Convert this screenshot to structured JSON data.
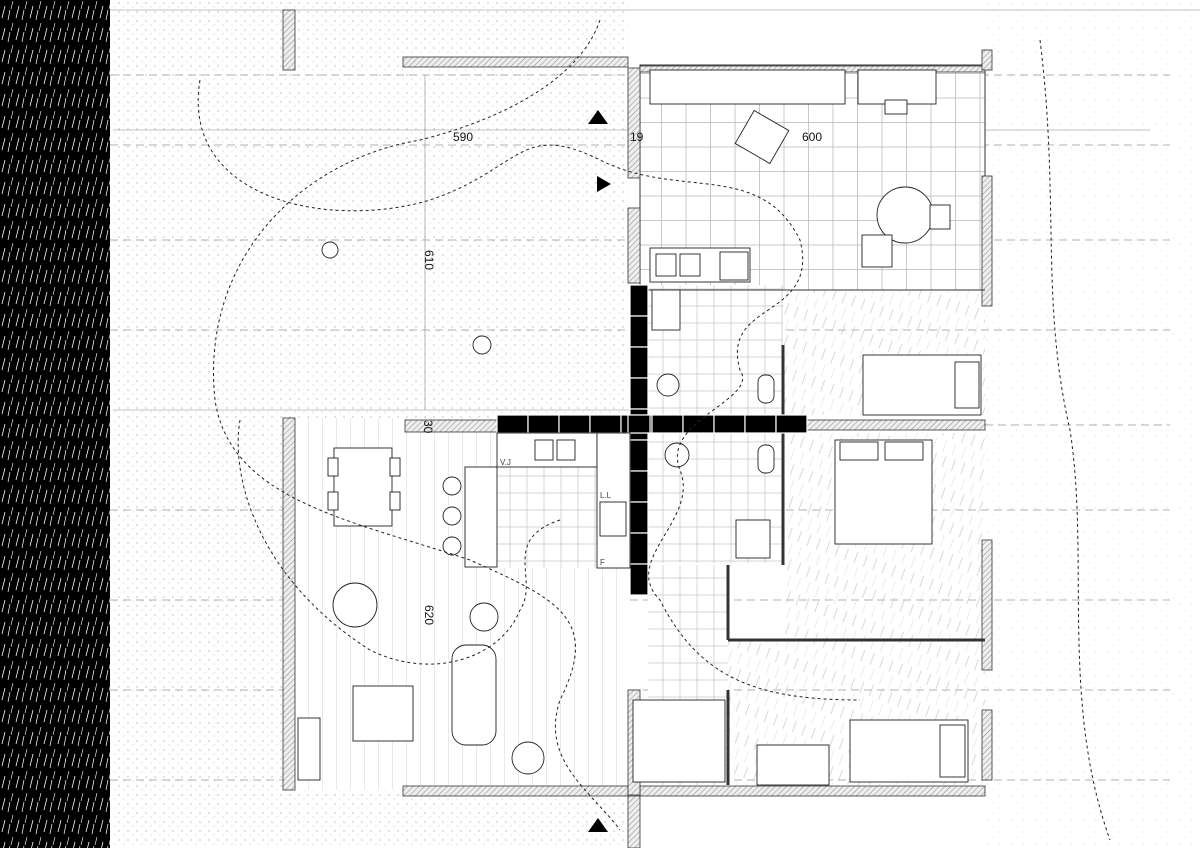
{
  "plan": {
    "dimensions": {
      "patio_width": "590",
      "wall_thickness_upper": "19",
      "unit_width": "600",
      "patio_depth": "610",
      "wall_thickness_lower": "30",
      "living_depth": "620"
    },
    "kitchen_labels": {
      "dishwasher": "V.J",
      "washing_machine": "L.L",
      "fridge": "F"
    },
    "colors": {
      "ink": "#111111",
      "column": "#000000",
      "tile_line": "#bbbbbb",
      "grass_dot": "#9a9a9a"
    }
  }
}
